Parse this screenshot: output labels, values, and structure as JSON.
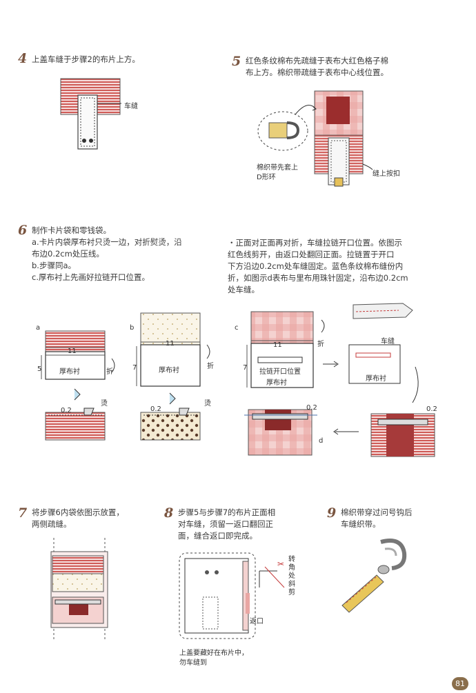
{
  "step4": {
    "num": "4",
    "text": "上盖车缝于步骤2的布片上方。",
    "label_stitch": "车缝"
  },
  "step5": {
    "num": "5",
    "lines": [
      "红色条纹棉布先疏缝于表布大红色格子棉",
      "布上方。棉织带疏缝于表布中心线位置。"
    ],
    "label_webbing": [
      "棉织带先套上",
      "D形环"
    ],
    "label_snap": "缝上按扣"
  },
  "step6": {
    "num": "6",
    "lines": [
      "制作卡片袋和零钱袋。",
      "a.卡片内袋厚布衬只烫一边，对折熨烫，沿",
      "布边0.2cm处压线。",
      "b.步骤同a。",
      "c.厚布衬上先画好拉链开口位置。"
    ],
    "right_lines": [
      "・正面对正面再对折，车缝拉链开口位置。依图示",
      "红色线剪开，由返口处翻回正面。拉链置于开口",
      "下方沿边0.2cm处车缝固定。蓝色条纹棉布缝份内",
      "折，如图示d表布与里布用珠针固定，沿布边0.2cm",
      "处车缝。"
    ],
    "fig_a": {
      "tag": "a",
      "w": "11",
      "h": "5",
      "interfacing": "厚布衬",
      "fold": "折",
      "iron": "烫",
      "margin": "0.2"
    },
    "fig_b": {
      "tag": "b",
      "w": "11",
      "h": "7",
      "interfacing": "厚布衬",
      "fold": "折",
      "iron": "烫",
      "margin": "0.2"
    },
    "fig_c": {
      "tag": "c",
      "w": "11",
      "h": "7",
      "zip_pos": "拉链开口位置",
      "interfacing": "厚布衬",
      "fold": "折",
      "stitch": "车缝",
      "interfacing2": "厚布衬",
      "margin1": "0.2",
      "margin2": "0.2",
      "tag_d": "d"
    }
  },
  "step7": {
    "num": "7",
    "lines": [
      "将步骤6内袋依图示放置，",
      "两侧疏缝。"
    ]
  },
  "step8": {
    "num": "8",
    "lines": [
      "步骤5与步骤7的布片正面相",
      "对车缝，须留一返口翻回正",
      "面，缝合返口即完成。"
    ],
    "label_corner": [
      "转",
      "角",
      "处",
      "斜",
      "剪"
    ],
    "label_return": "返口",
    "label_note": [
      "上盖要藏好在布片中，",
      "勿车缝到"
    ]
  },
  "step9": {
    "num": "9",
    "lines": [
      "棉织带穿过问号钩后",
      "车缝织带。"
    ]
  },
  "page_number": "81",
  "colors": {
    "red": "#c43a3a",
    "dark_red": "#7a1f1f",
    "pink": "#e9b8b5",
    "tan": "#e8d9b0",
    "blue": "#4a6fa8",
    "brown": "#7a5540"
  }
}
